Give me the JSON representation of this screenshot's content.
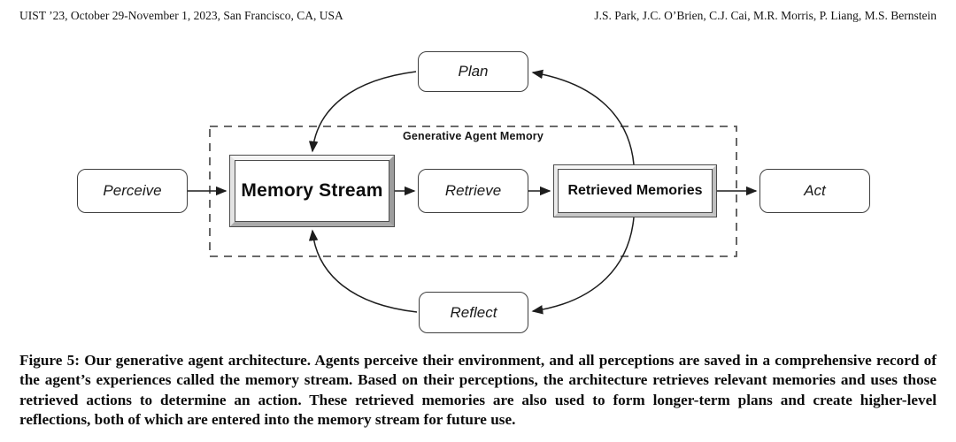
{
  "page": {
    "header_left": "UIST ’23, October 29-November 1, 2023, San Francisco, CA, USA",
    "header_right": "J.S. Park, J.C. O’Brien, C.J. Cai, M.R. Morris, P. Liang, M.S. Bernstein"
  },
  "diagram": {
    "container_label": "Generative Agent Memory",
    "nodes": {
      "perceive": "Perceive",
      "plan": "Plan",
      "memory_stream": "Memory Stream",
      "retrieve": "Retrieve",
      "retrieved_memories": "Retrieved Memories",
      "act": "Act",
      "reflect": "Reflect"
    },
    "edges": [
      {
        "from": "Perceive",
        "to": "Memory Stream",
        "style": "straight"
      },
      {
        "from": "Memory Stream",
        "to": "Retrieve",
        "style": "straight"
      },
      {
        "from": "Retrieve",
        "to": "Retrieved Memories",
        "style": "straight"
      },
      {
        "from": "Retrieved Memories",
        "to": "Act",
        "style": "straight"
      },
      {
        "from": "Retrieved Memories",
        "to": "Plan",
        "style": "curved"
      },
      {
        "from": "Plan",
        "to": "Memory Stream",
        "style": "curved"
      },
      {
        "from": "Retrieved Memories",
        "to": "Reflect",
        "style": "curved"
      },
      {
        "from": "Reflect",
        "to": "Memory Stream",
        "style": "curved"
      }
    ],
    "colors": {
      "line": "#1d1d1d",
      "dashed_border": "#555555",
      "node_border": "#3f3f3f",
      "bevel_dark": "#9d9d9d",
      "bevel_light": "#f4f4f4"
    }
  },
  "caption": {
    "text": "Figure 5: Our generative agent architecture. Agents perceive their environment, and all perceptions are saved in a comprehensive record of the agent’s experiences called the memory stream. Based on their perceptions, the architecture retrieves relevant memories and uses those retrieved actions to determine an action. These retrieved memories are also used to form longer-term plans and create higher-level reflections, both of which are entered into the memory stream for future use."
  }
}
